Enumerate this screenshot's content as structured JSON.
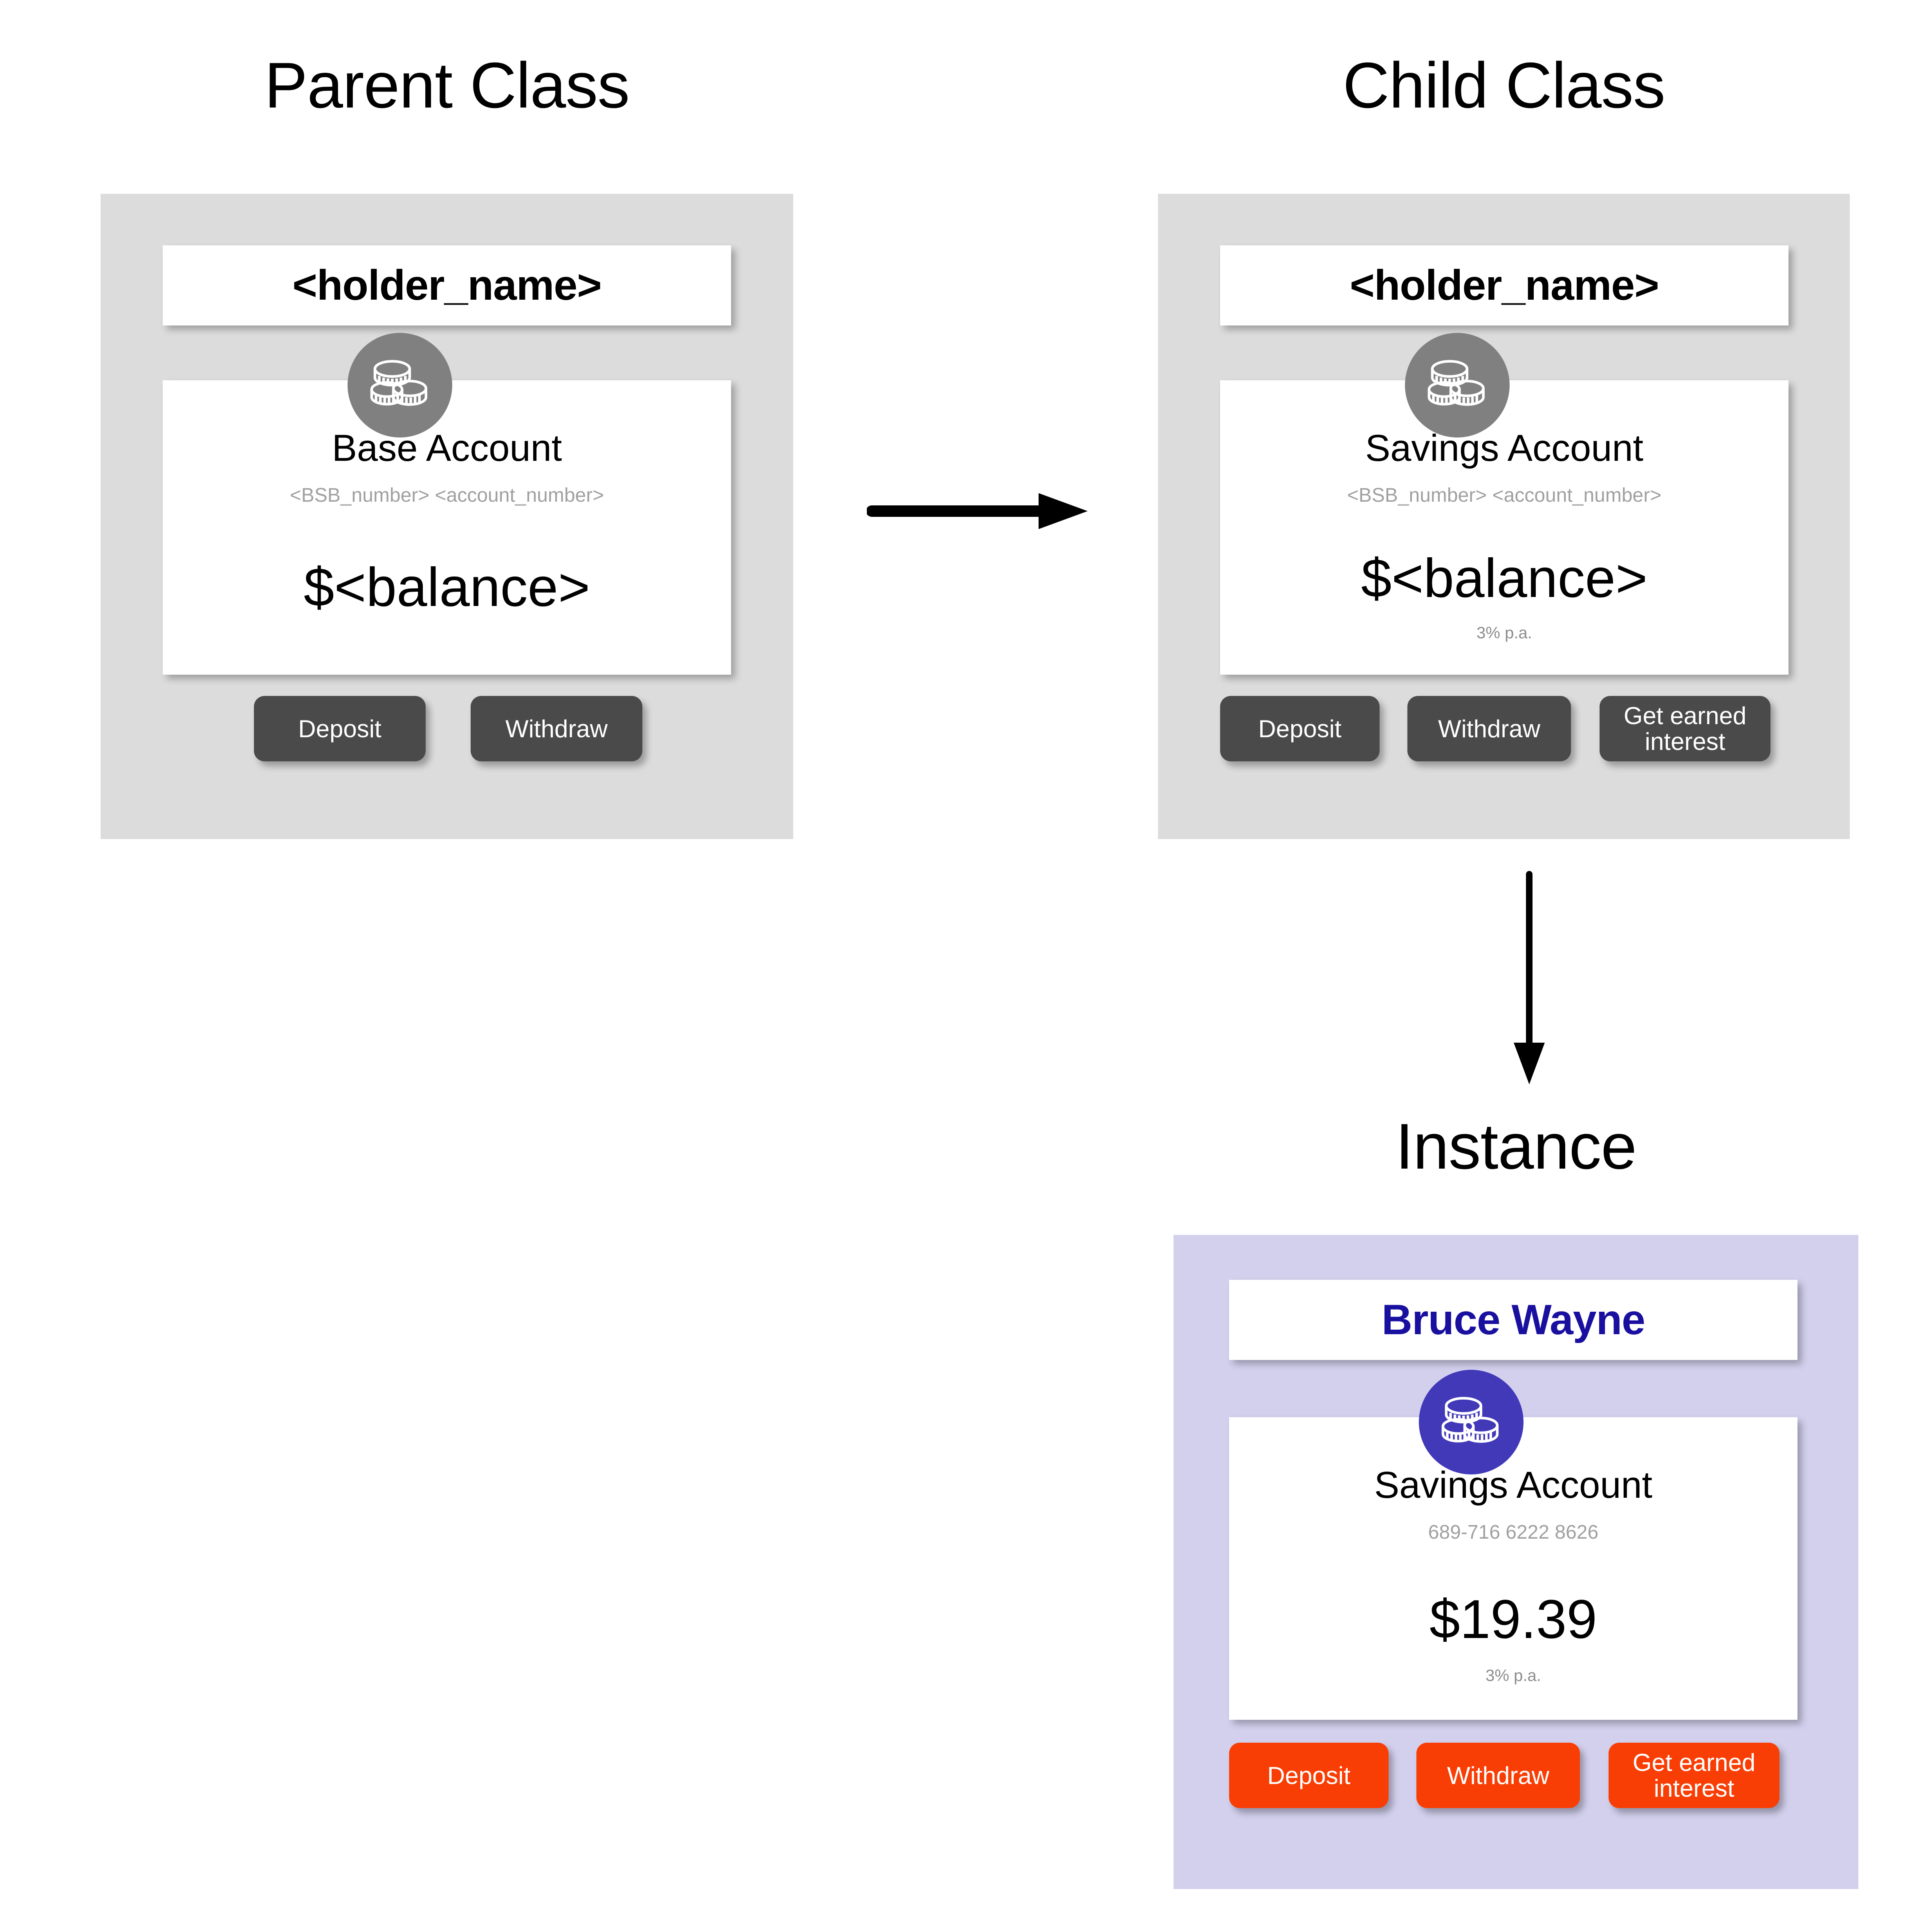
{
  "headings": {
    "parent": "Parent Class",
    "child": "Child Class",
    "instance": "Instance"
  },
  "colors": {
    "panel_class_bg": "#dcdcdc",
    "panel_instance_bg": "#d3d0ee",
    "badge_gray": "#808080",
    "badge_blue": "#4139b8",
    "button_dark": "#4a4a4a",
    "button_orange": "#f93e05",
    "instance_name_text": "#1a10a0",
    "muted_text": "#a0a0a0"
  },
  "parent_class": {
    "holder_name": "<holder_name>",
    "account_title": "Base Account",
    "account_number": "<BSB_number> <account_number>",
    "balance": "$<balance>",
    "interest_rate": "",
    "icon": "coins-icon",
    "buttons": [
      {
        "label": "Deposit",
        "name": "deposit-button"
      },
      {
        "label": "Withdraw",
        "name": "withdraw-button"
      }
    ]
  },
  "child_class": {
    "holder_name": "<holder_name>",
    "account_title": "Savings Account",
    "account_number": "<BSB_number> <account_number>",
    "balance": "$<balance>",
    "interest_rate": "3% p.a.",
    "icon": "coins-icon",
    "buttons": [
      {
        "label": "Deposit",
        "name": "deposit-button"
      },
      {
        "label": "Withdraw",
        "name": "withdraw-button"
      },
      {
        "label": "Get earned interest",
        "name": "get-earned-interest-button"
      }
    ]
  },
  "instance": {
    "holder_name": "Bruce Wayne",
    "account_title": "Savings Account",
    "account_number": "689-716 6222 8626",
    "balance": "$19.39",
    "interest_rate": "3% p.a.",
    "icon": "coins-icon",
    "buttons": [
      {
        "label": "Deposit",
        "name": "deposit-button"
      },
      {
        "label": "Withdraw",
        "name": "withdraw-button"
      },
      {
        "label": "Get earned interest",
        "name": "get-earned-interest-button"
      }
    ]
  },
  "arrows": {
    "inheritance": "arrow-right-icon",
    "instantiation": "arrow-down-icon"
  }
}
